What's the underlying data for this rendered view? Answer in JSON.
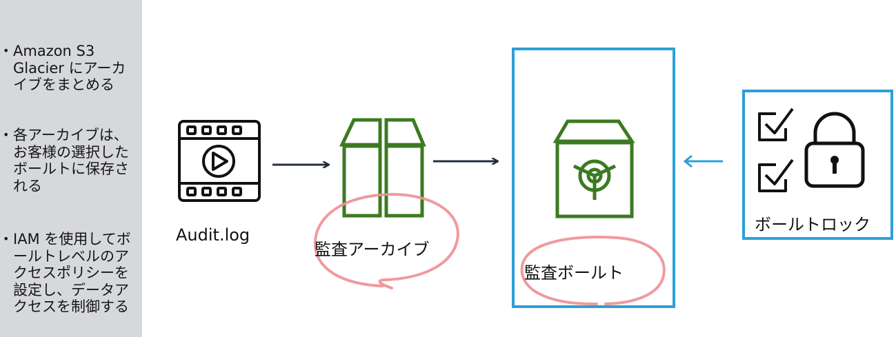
{
  "sidebar": {
    "bullets": [
      "Amazon S3 Glacier にアーカイブをまとめる",
      "各アーカイブは、お客様の選択したボールトに保存される",
      "IAM を使用してボールトレベルのアクセスポリシーを設定し、データアクセスを制御する"
    ]
  },
  "diagram": {
    "audit_log_label": "Audit.log",
    "archive_label": "監査アーカイブ",
    "vault_label": "監査ボールト",
    "vault_lock_label": "ボールトロック"
  },
  "colors": {
    "sidebar_bg": "#d6d8db",
    "green": "#3c7a22",
    "blue": "#2d9fd8",
    "dark": "#232f3e",
    "annotation_pink": "#ee8f94"
  },
  "icons": [
    "film-video-icon",
    "archive-box-icon",
    "vault-icon",
    "checkbox-icon",
    "padlock-icon",
    "right-arrow-icon",
    "left-arrow-icon"
  ]
}
